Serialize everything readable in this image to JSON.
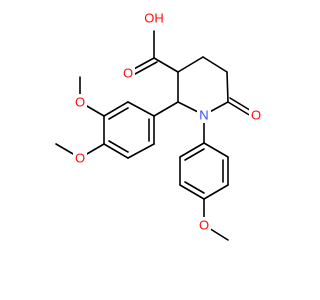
{
  "molecule": {
    "atom_colors": {
      "O": "#ff0d0d",
      "N": "#2f50f8",
      "C": "#000000"
    },
    "labels": {
      "hydroxyl": "OH",
      "carboxyl_oxygen": "O",
      "lactam_oxygen": "O",
      "ring_nitrogen": "N",
      "methoxy_oxygen_upper": "O",
      "methoxy_oxygen_lower": "O",
      "methoxy_oxygen_para": "O"
    }
  }
}
